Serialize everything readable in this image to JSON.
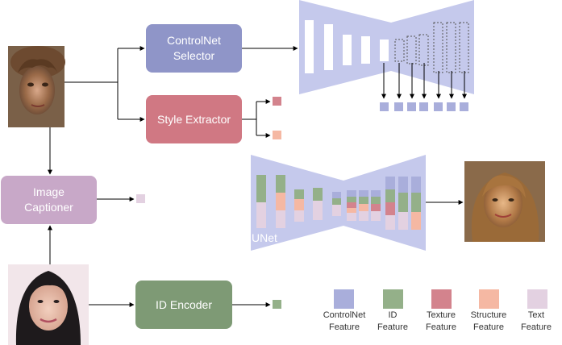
{
  "boxes": {
    "controlnet_selector": {
      "line1": "ControlNet",
      "line2": "Selector"
    },
    "style_extractor": {
      "label": "Style Extractor"
    },
    "image_captioner": {
      "line1": "Image",
      "line2": "Captioner"
    },
    "id_encoder": {
      "label": "ID Encoder"
    }
  },
  "unet_label": "UNet",
  "legend": [
    {
      "line1": "ControlNet",
      "line2": "Feature",
      "color": "#a9aedb"
    },
    {
      "line1": "ID",
      "line2": "Feature",
      "color": "#94b089"
    },
    {
      "line1": "Texture",
      "line2": "Feature",
      "color": "#d3838d"
    },
    {
      "line1": "Structure",
      "line2": "Feature",
      "color": "#f5b8a3"
    },
    {
      "line1": "Text",
      "line2": "Feature",
      "color": "#e3d1e1"
    }
  ],
  "colors": {
    "controlnet": "#a9aedb",
    "id": "#94b089",
    "texture": "#d3838d",
    "structure": "#f5b8a3",
    "text": "#e3d1e1",
    "network_shape": "#c5c9ec"
  }
}
